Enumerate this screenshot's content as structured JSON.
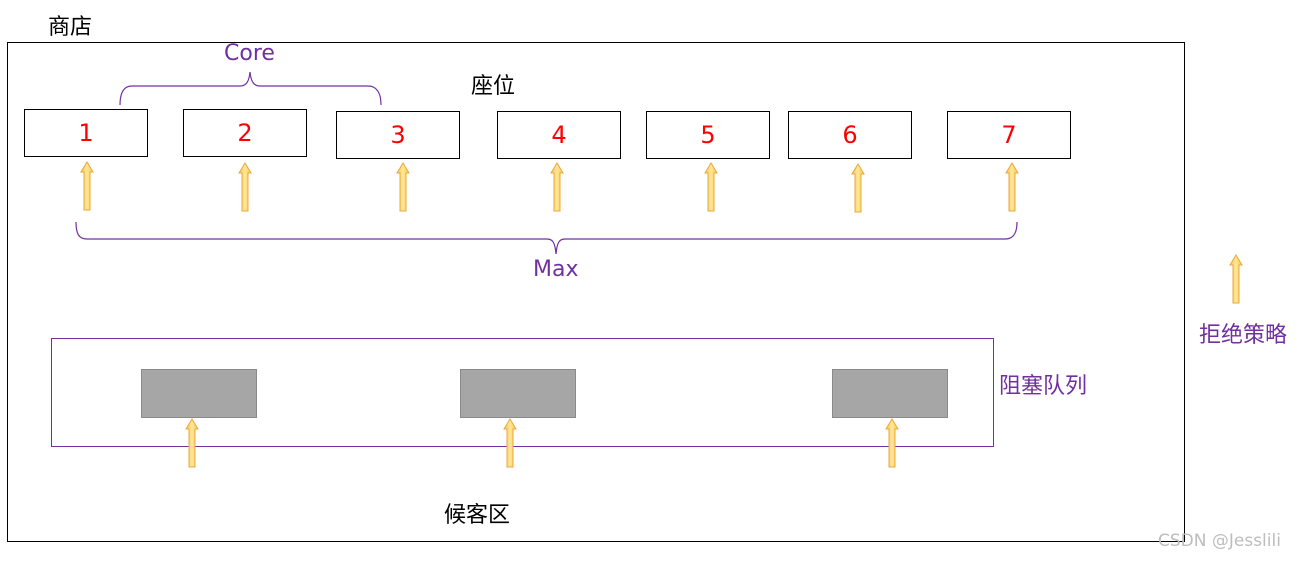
{
  "shop_label": "商店",
  "core_label": "Core",
  "seats_label": "座位",
  "seats": [
    "1",
    "2",
    "3",
    "4",
    "5",
    "6",
    "7"
  ],
  "max_label": "Max",
  "queue_label": "阻塞队列",
  "waiting_label": "候客区",
  "reject_label": "拒绝策略",
  "watermark": "CSDN @Jesslili",
  "colors": {
    "seat_number": "#ff0000",
    "purple": "#7030a0",
    "arrow_fill": "#ffd966",
    "arrow_stroke": "#e8a83a",
    "queue_slot": "#a6a6a6"
  }
}
